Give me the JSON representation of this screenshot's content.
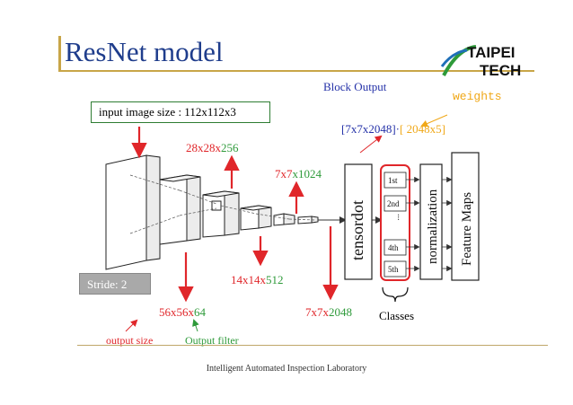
{
  "slide": {
    "title": "ResNet  model",
    "footer": "Intelligent Automated Inspection Laboratory"
  },
  "logo": {
    "line1": "TAIPEI",
    "line2": "TECH"
  },
  "input_box": "input image size : 112x112x3",
  "stride": "Stride: 2",
  "block_output": "Block Output",
  "weights": "weights",
  "expr": {
    "main": "[7x7x2048]·",
    "weights_part": "[ 2048x5]"
  },
  "dims": {
    "d28": {
      "a": "28x28x",
      "b": "256"
    },
    "d7a": {
      "a": "7x7",
      "b": "x1024"
    },
    "d14": {
      "a": "14x14x",
      "b": "512"
    },
    "d56": {
      "a": "56x56x",
      "b": "64"
    },
    "d7b": {
      "a": "7x7x",
      "b": "2048"
    }
  },
  "output_size": "output size",
  "output_filter": "Output filter",
  "tensordot": "tensordot",
  "classes": [
    "1st",
    "2nd",
    "4th",
    "5th"
  ],
  "ellipsis": "...",
  "classes_label": "Classes",
  "normalization": "normalization",
  "feature_maps": "Feature Maps"
}
